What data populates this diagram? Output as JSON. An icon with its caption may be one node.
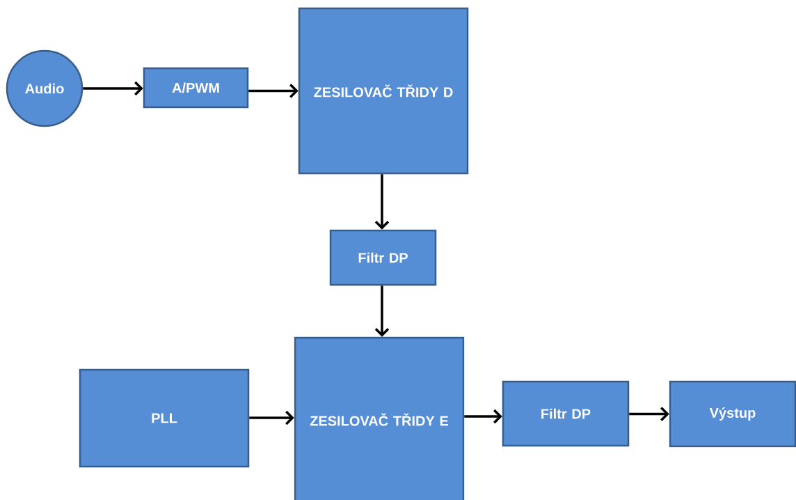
{
  "diagram": {
    "nodes": [
      {
        "text": [
          "Audio"
        ]
      },
      {
        "text": [
          "A/PWM"
        ]
      },
      {
        "text": [
          "ZESILOVAČ TŘIDY D"
        ]
      },
      {
        "text": [
          "Filtr DP"
        ]
      },
      {
        "text": [
          "PLL"
        ]
      },
      {
        "text": [
          "ZESILOVAČ TŘIDY E"
        ]
      },
      {
        "text": [
          "Filtr DP"
        ]
      },
      {
        "text": [
          "Výstup"
        ]
      }
    ],
    "edges": [
      {
        "from": 0,
        "to": 1,
        "arrow": "to"
      },
      {
        "from": 1,
        "to": 2,
        "arrow": "to"
      },
      {
        "from": 2,
        "to": 3,
        "arrow": "to"
      },
      {
        "from": 3,
        "to": 5,
        "arrow": "to"
      },
      {
        "from": 4,
        "to": 5,
        "arrow": "to"
      },
      {
        "from": 5,
        "to": 6,
        "arrow": "to"
      },
      {
        "from": 6,
        "to": 7,
        "arrow": "to"
      }
    ]
  }
}
